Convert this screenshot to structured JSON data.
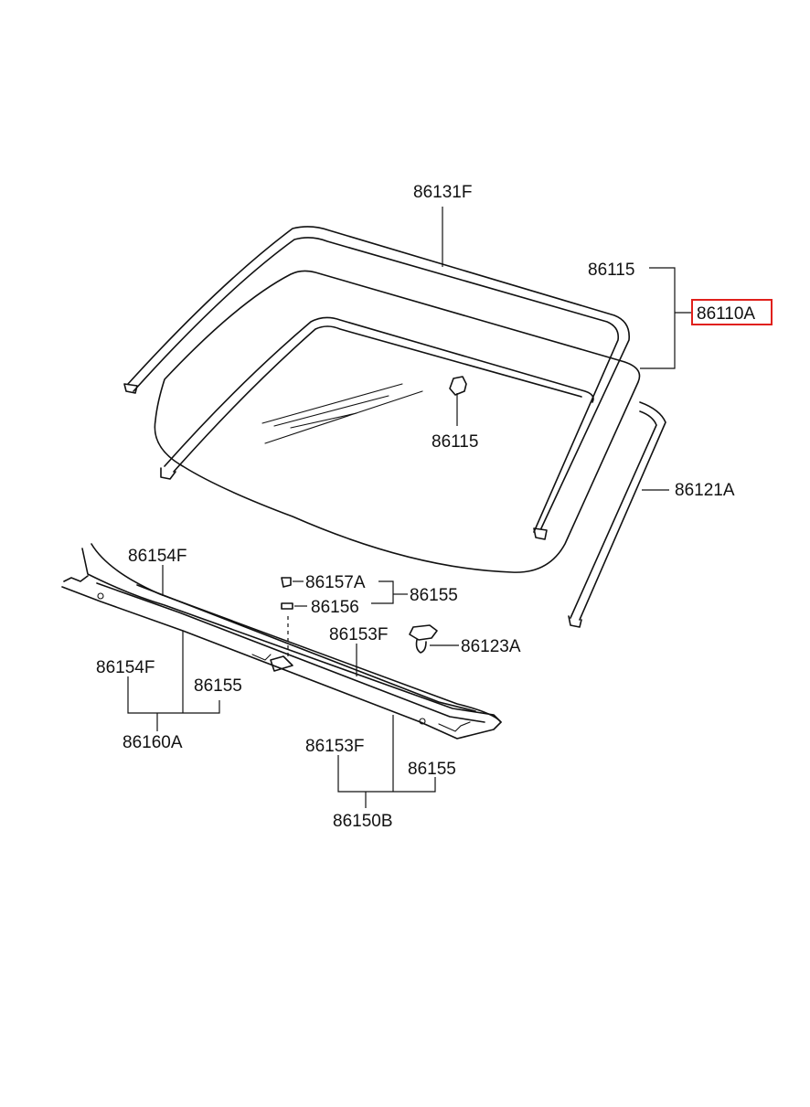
{
  "labels": {
    "moulding_top": "86131F",
    "dam_upper": "86115",
    "assembly": "86110A",
    "dam_clip": "86115",
    "moulding_side": "86121A",
    "cowl_left_panel": "86154F",
    "screw": "86157A",
    "nut": "86156",
    "fastener_group": "86155",
    "cowl_right_panel": "86153F",
    "retainer_clip": "86123A",
    "left_kit_panel": "86154F",
    "left_kit_fastener": "86155",
    "left_kit_assembly": "86160A",
    "right_kit_panel": "86153F",
    "right_kit_fastener": "86155",
    "right_kit_assembly": "86150B"
  },
  "highlight": {
    "color": "#e0201b",
    "part": "86110A"
  }
}
